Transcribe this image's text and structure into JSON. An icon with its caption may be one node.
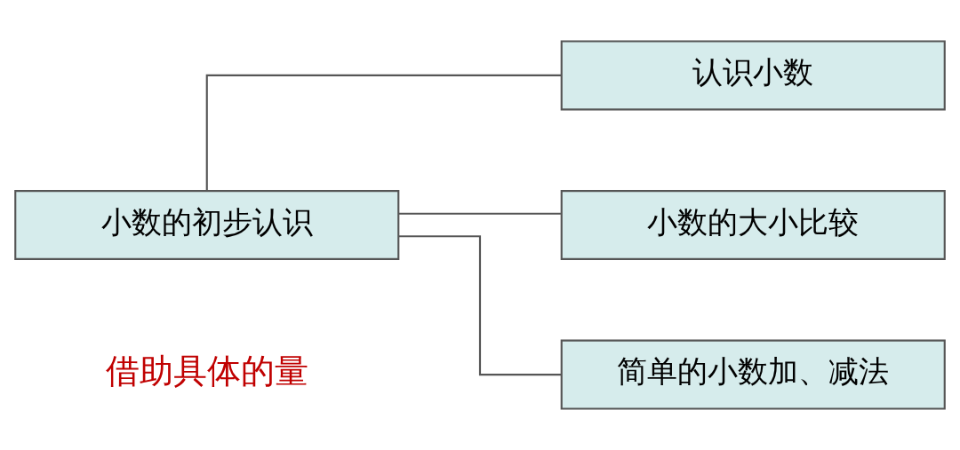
{
  "diagram": {
    "nodes": [
      {
        "text": [
          "小数的初步认识"
        ]
      },
      {
        "text": [
          "认识小数"
        ]
      },
      {
        "text": [
          "小数的大小比较"
        ]
      },
      {
        "text": [
          "简单的小数加、减法"
        ]
      }
    ],
    "edges": [
      {
        "from": 0,
        "to": 1,
        "arrow": "none"
      },
      {
        "from": 0,
        "to": 2,
        "arrow": "none"
      },
      {
        "from": 0,
        "to": 3,
        "arrow": "none"
      }
    ],
    "labels": [
      "借助具体的量"
    ]
  }
}
